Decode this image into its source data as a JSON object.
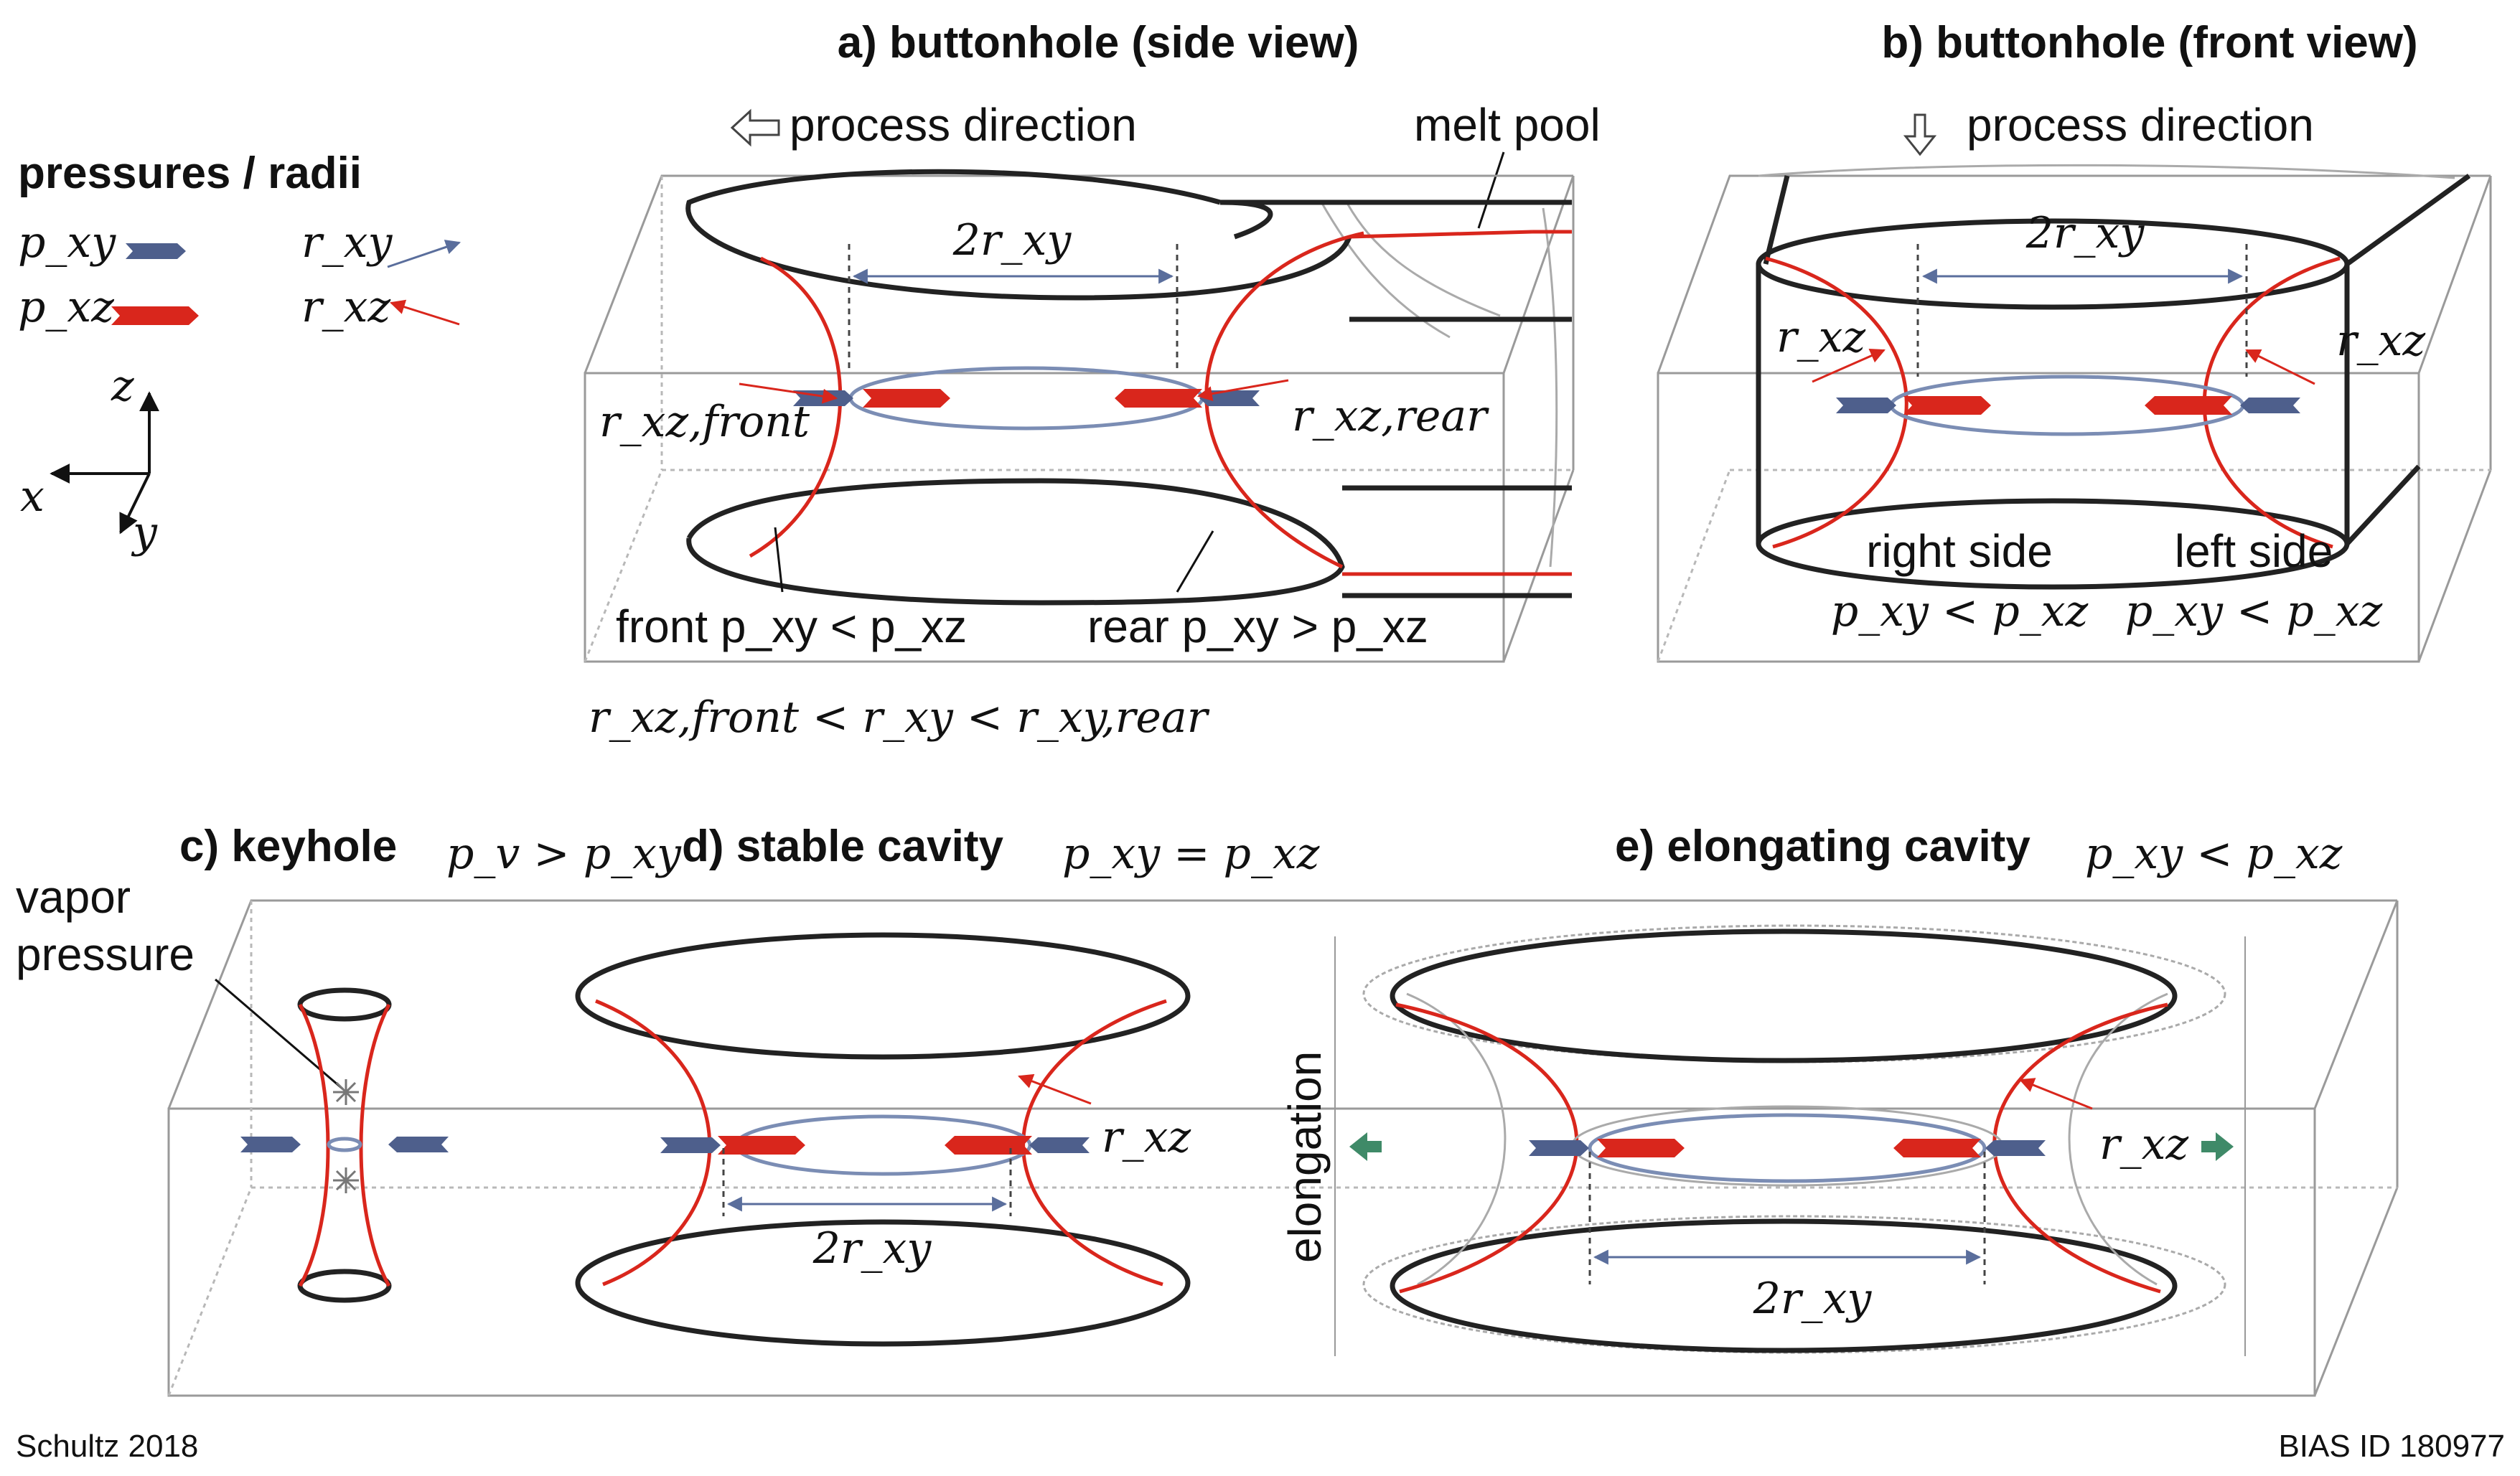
{
  "headings": {
    "a": "a) buttonhole (side view)",
    "b": "b) buttonhole (front view)",
    "c": "c) keyhole",
    "d": "d) stable cavity",
    "e": "e) elongating cavity"
  },
  "legend": {
    "title": "pressures / radii",
    "p_xy": "p_xy",
    "p_xz": "p_xz",
    "r_xy": "r_xy",
    "r_xz": "r_xz",
    "axis_x": "x",
    "axis_y": "y",
    "axis_z": "z"
  },
  "panel_a": {
    "process_direction": "process direction",
    "melt_pool": "melt pool",
    "diameter": "2r_xy",
    "r_front": "r_xz,front",
    "r_rear": "r_xz,rear",
    "front_label": "front p_xy < p_xz",
    "rear_label": "rear p_xy > p_xz",
    "inequality": "r_xz,front < r_xy < r_xy,rear"
  },
  "panel_b": {
    "process_direction": "process direction",
    "diameter": "2r_xy",
    "r_left": "r_xz",
    "r_right": "r_xz",
    "right_side": "right side",
    "left_side": "left side",
    "right_cond": "p_xy < p_xz",
    "left_cond": "p_xy < p_xz"
  },
  "panel_c": {
    "condition": "p_v > p_xy",
    "vapor_line1": "vapor",
    "vapor_line2": "pressure"
  },
  "panel_d": {
    "condition": "p_xy = p_xz",
    "r_label": "r_xz",
    "diameter": "2r_xy"
  },
  "panel_e": {
    "condition": "p_xy < p_xz",
    "elongation": "elongation",
    "r_label": "r_xz",
    "diameter": "2r_xy"
  },
  "footer": {
    "author": "Schultz 2018",
    "id": "BIAS ID 180977"
  },
  "colors": {
    "pressure_xy": "#4e5f8c",
    "pressure_xz": "#d9261c",
    "radius_xy": "#7b8db4",
    "radius_xz": "#d9261c",
    "elongation_arrow": "#3f8a68"
  }
}
